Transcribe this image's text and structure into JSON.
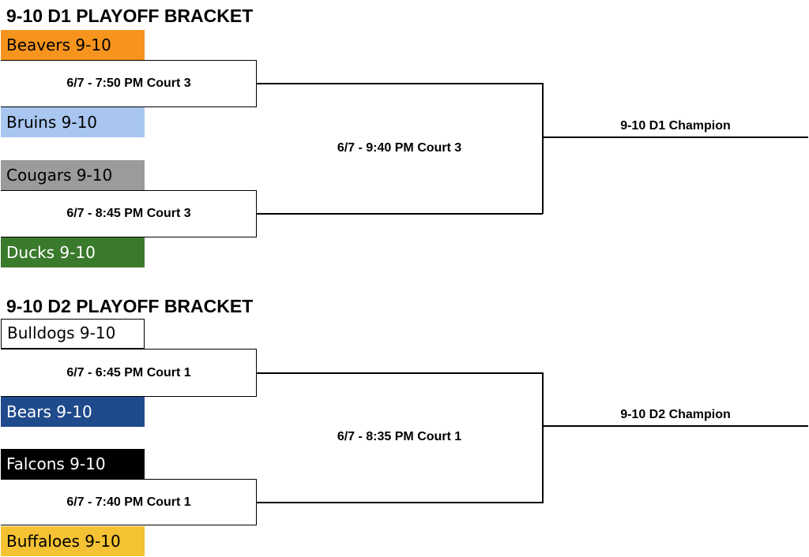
{
  "brackets": [
    {
      "title": "9-10 D1 PLAYOFF BRACKET",
      "teams": [
        {
          "name": "Beavers 9-10",
          "bg": "#F7941D",
          "fg": "#000000"
        },
        {
          "name": "Bruins 9-10",
          "bg": "#A9C6F1",
          "fg": "#000000"
        },
        {
          "name": "Cougars 9-10",
          "bg": "#9B9B9B",
          "fg": "#000000"
        },
        {
          "name": "Ducks 9-10",
          "bg": "#3A7A2C",
          "fg": "#FFFFFF"
        }
      ],
      "games": [
        "6/7 - 7:50 PM Court 3",
        "6/7 - 8:45 PM Court 3"
      ],
      "final": "6/7 - 9:40 PM Court 3",
      "champion": "9-10 D1 Champion"
    },
    {
      "title": "9-10 D2 PLAYOFF BRACKET",
      "teams": [
        {
          "name": "Bulldogs 9-10",
          "bg": "#FFFFFF",
          "fg": "#000000"
        },
        {
          "name": "Bears 9-10",
          "bg": "#1F4A8C",
          "fg": "#FFFFFF"
        },
        {
          "name": "Falcons 9-10",
          "bg": "#000000",
          "fg": "#FFFFFF"
        },
        {
          "name": "Buffaloes 9-10",
          "bg": "#F4C232",
          "fg": "#000000"
        }
      ],
      "games": [
        "6/7 - 6:45 PM Court 1",
        "6/7 - 7:40 PM Court 1"
      ],
      "final": "6/7 - 8:35 PM Court 1",
      "champion": "9-10 D2 Champion"
    }
  ]
}
